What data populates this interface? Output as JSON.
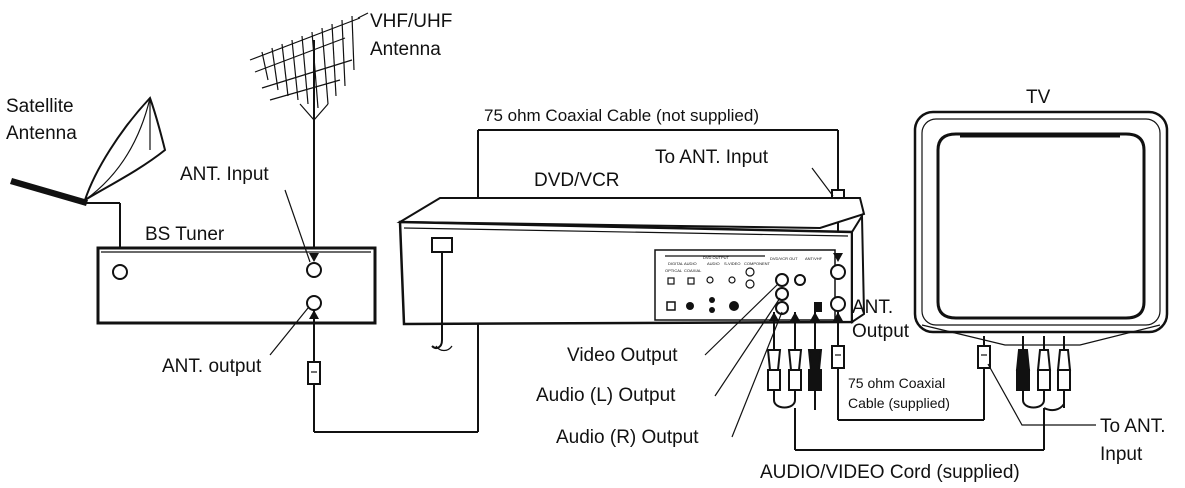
{
  "labels": {
    "vhf_antenna_line1": "VHF/UHF",
    "vhf_antenna_line2": "Antenna",
    "satellite_line1": "Satellite",
    "satellite_line2": "Antenna",
    "ant_input": "ANT. Input",
    "bs_tuner": "BS Tuner",
    "ant_output_tuner": "ANT. output",
    "coax_not_supplied": "75 ohm Coaxial Cable (not supplied)",
    "dvd_vcr": "DVD/VCR",
    "to_ant_input_top": "To ANT. Input",
    "tv": "TV",
    "ant_output_vcr_line1": "ANT.",
    "ant_output_vcr_line2": "Output",
    "video_output": "Video Output",
    "audio_l_output": "Audio (L) Output",
    "audio_r_output": "Audio (R) Output",
    "coax_supplied_line1": "75 ohm Coaxial",
    "coax_supplied_line2": "Cable (supplied)",
    "to_ant_input_tv_line1": "To ANT.",
    "to_ant_input_tv_line2": "Input",
    "av_cord": "AUDIO/VIDEO Cord (supplied)"
  },
  "panel_labels": {
    "dvd_output": "DVD OUTPUT",
    "digital_audio": "DIGITAL AUDIO",
    "optical": "OPTICAL",
    "coaxial": "COAXIAL",
    "audio": "AUDIO",
    "s_video": "S-VIDEO",
    "component": "COMPONENT",
    "dvd_vcr_out": "DVD/VCR OUT",
    "antvhf": "ANT/VHF"
  }
}
